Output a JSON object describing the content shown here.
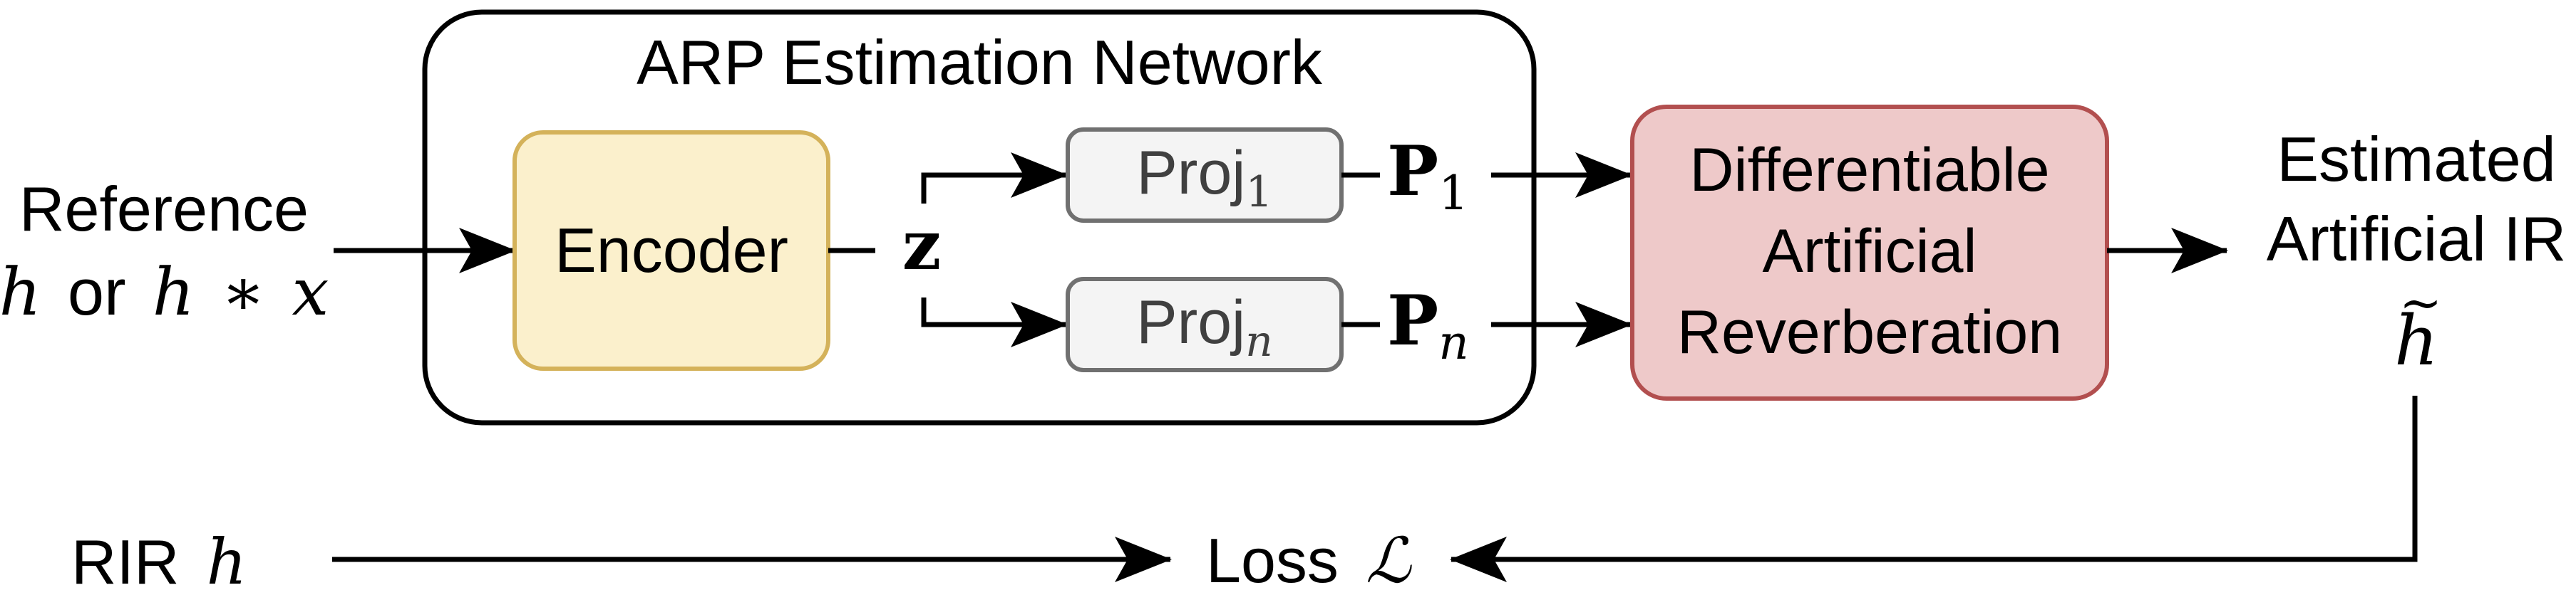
{
  "network": {
    "title": "ARP Estimation Network"
  },
  "input": {
    "label": "Reference",
    "math_h1": "h",
    "or_word": "or",
    "math_h2": "h",
    "math_op": "∗",
    "math_x": "x"
  },
  "encoder": {
    "label": "Encoder"
  },
  "latent": {
    "symbol": "z"
  },
  "proj1": {
    "base": "Proj",
    "sub": "1"
  },
  "projn": {
    "base": "Proj",
    "sub": "n"
  },
  "param1": {
    "base": "P",
    "sub": "1"
  },
  "paramn": {
    "base": "P",
    "sub": "n"
  },
  "dar": {
    "line1": "Differentiable",
    "line2": "Artificial",
    "line3": "Reverberation"
  },
  "output": {
    "line1": "Estimated",
    "line2": "Artificial IR",
    "symbol": "h",
    "tilde": "~"
  },
  "rir": {
    "label": "RIR",
    "symbol": "h"
  },
  "loss": {
    "label": "Loss",
    "symbol": "ℒ"
  },
  "colors": {
    "encoder_fill": "#fbf0cc",
    "encoder_stroke": "#d4b25a",
    "proj_fill": "#f4f4f4",
    "proj_stroke": "#707070",
    "dar_fill": "#eec9c9",
    "dar_stroke": "#b24f4f",
    "line": "#000000"
  }
}
